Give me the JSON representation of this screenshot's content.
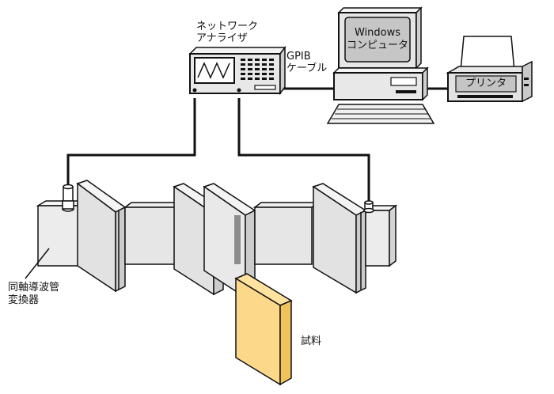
{
  "labels": {
    "network_analyzer_line1": "ネットワーク",
    "network_analyzer_line2": "アナライザ",
    "gpib_line1": "GPIB",
    "gpib_line2": "ケーブル",
    "computer_line1": "Windows",
    "computer_line2": "コンピュータ",
    "printer": "プリンタ",
    "converter_line1": "同軸導波管",
    "converter_line2": "変換器",
    "sample": "試料"
  },
  "colors": {
    "line": "#111111",
    "panel_gray": "#e3e3e3",
    "screen_gray": "#c8c8c8",
    "waveguide_light": "#ededed",
    "waveguide_mid": "#d6d6d6",
    "sample_face": "#fcd98a",
    "sample_side": "#f5c560"
  }
}
